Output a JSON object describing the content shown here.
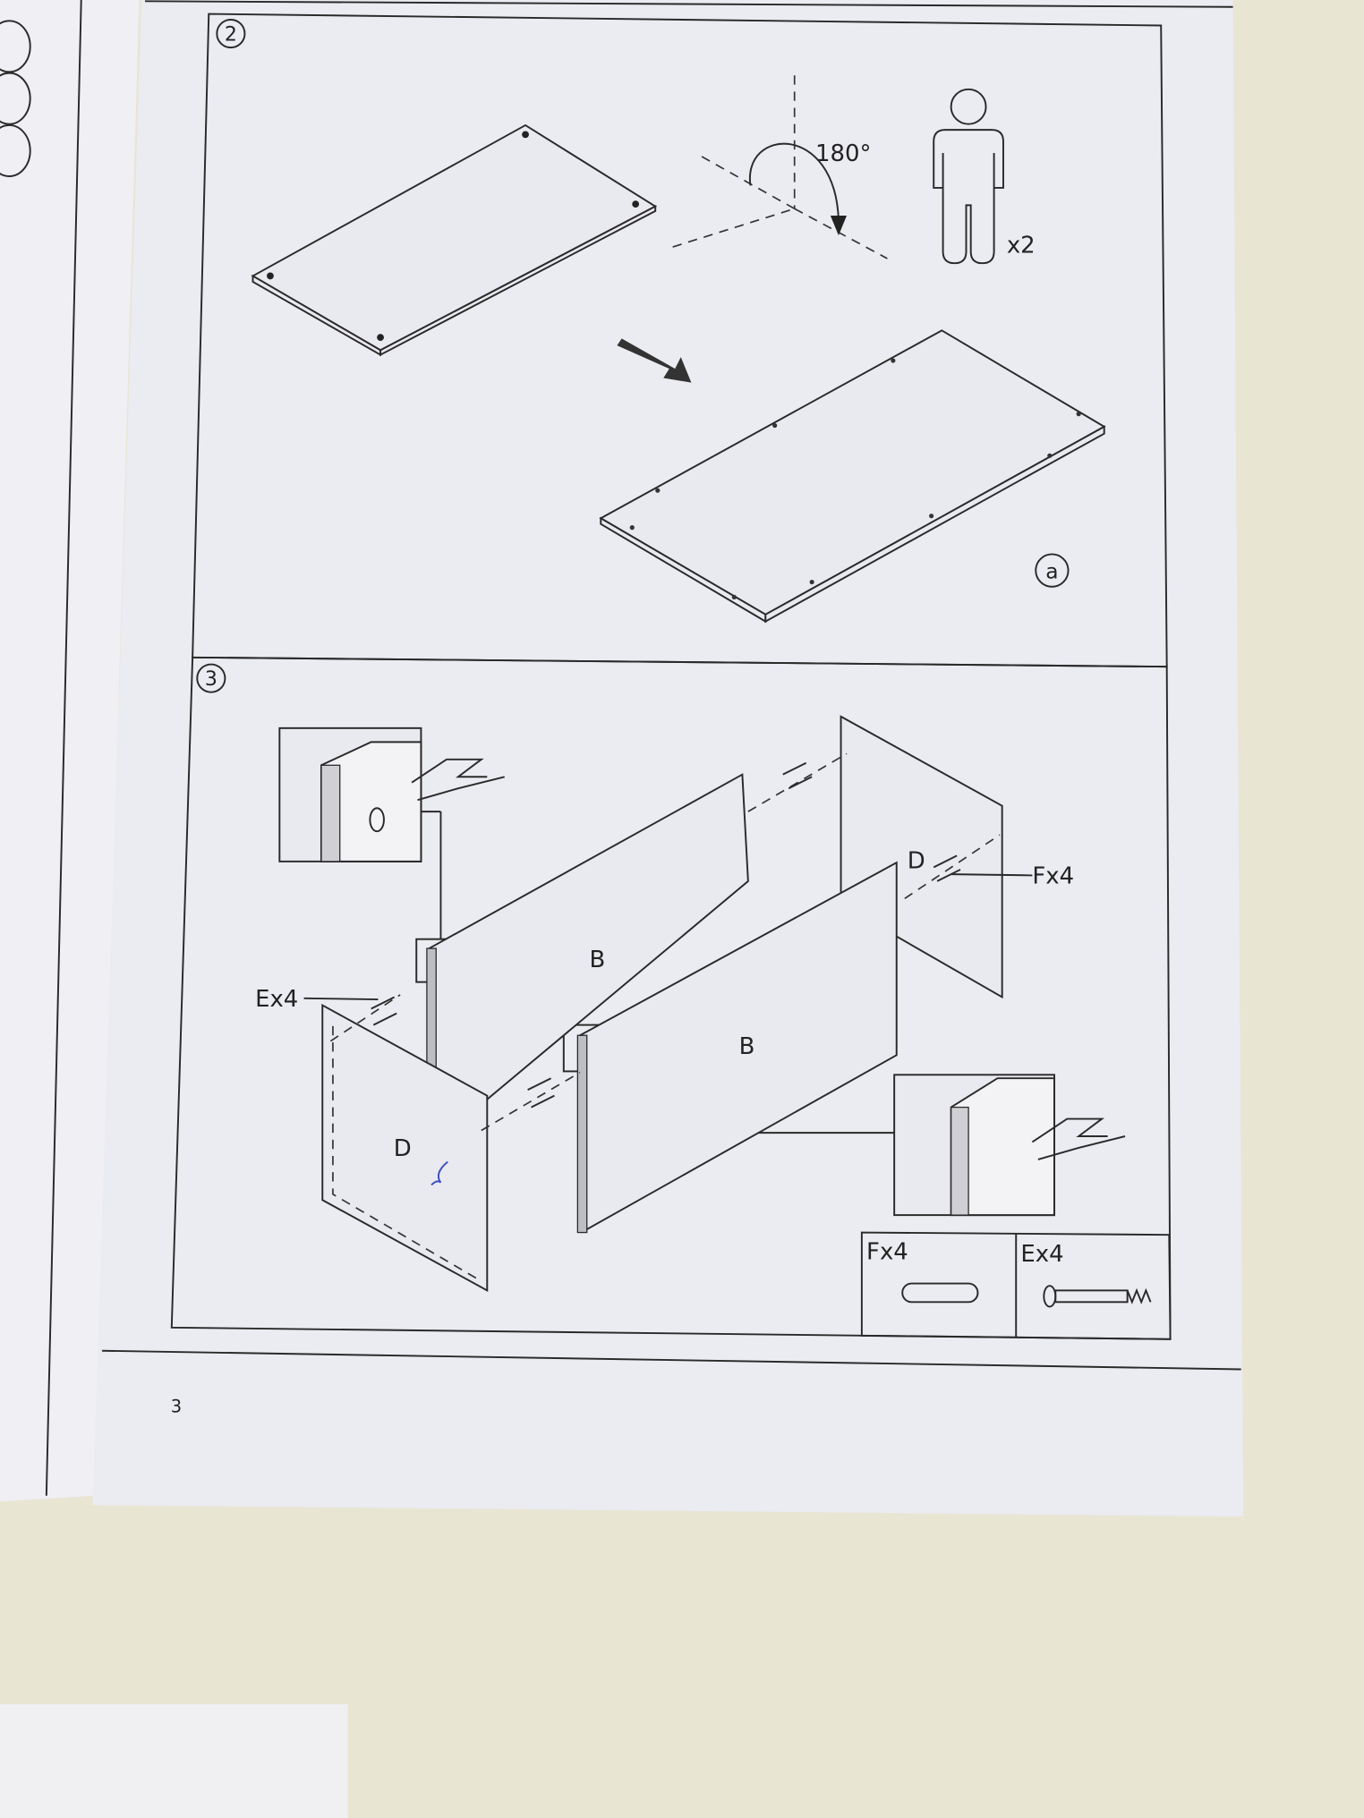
{
  "page": {
    "page_number": "3",
    "colors": {
      "paper": "#ebebf2",
      "background": "#e8e5d3",
      "ink": "#2a2a2a",
      "pen_mark": "#3b4fbf"
    }
  },
  "step2": {
    "step_number": "2",
    "rotation_label": "180°",
    "people_count": "x2",
    "panel_label": "a"
  },
  "step3": {
    "step_number": "3",
    "panel_b_top": "B",
    "panel_b_front": "B",
    "panel_d_right": "D",
    "panel_d_left": "D",
    "callout_e": "Ex4",
    "callout_f": "Fx4"
  },
  "parts_table": {
    "items": [
      {
        "label": "Fx4",
        "icon": "dowel-icon"
      },
      {
        "label": "Ex4",
        "icon": "cam-bolt-icon"
      }
    ]
  }
}
